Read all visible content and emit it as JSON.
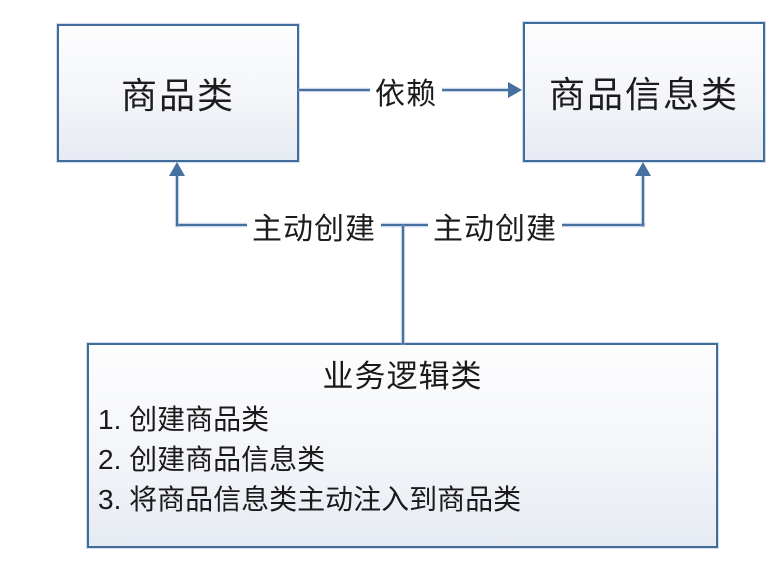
{
  "canvas": {
    "background": "#ffffff",
    "accent_line_color": "#45709f",
    "box_border_color": "#416d9c",
    "box_fill_top": "#fdfdfe",
    "box_fill_bottom": "#e6eaf2",
    "text_color": "#1a1a1a"
  },
  "boxes": {
    "product": {
      "label": "商品类"
    },
    "product_info": {
      "label": "商品信息类"
    },
    "business_logic": {
      "title": "业务逻辑类",
      "items": [
        "1. 创建商品类",
        "2. 创建商品信息类",
        "3. 将商品信息类主动注入到商品类"
      ]
    }
  },
  "connectors": {
    "dependency": {
      "label": "依赖",
      "from": "product",
      "to": "product_info"
    },
    "create_left": {
      "label": "主动创建",
      "from": "business_logic",
      "to": "product"
    },
    "create_right": {
      "label": "主动创建",
      "from": "business_logic",
      "to": "product_info"
    }
  }
}
